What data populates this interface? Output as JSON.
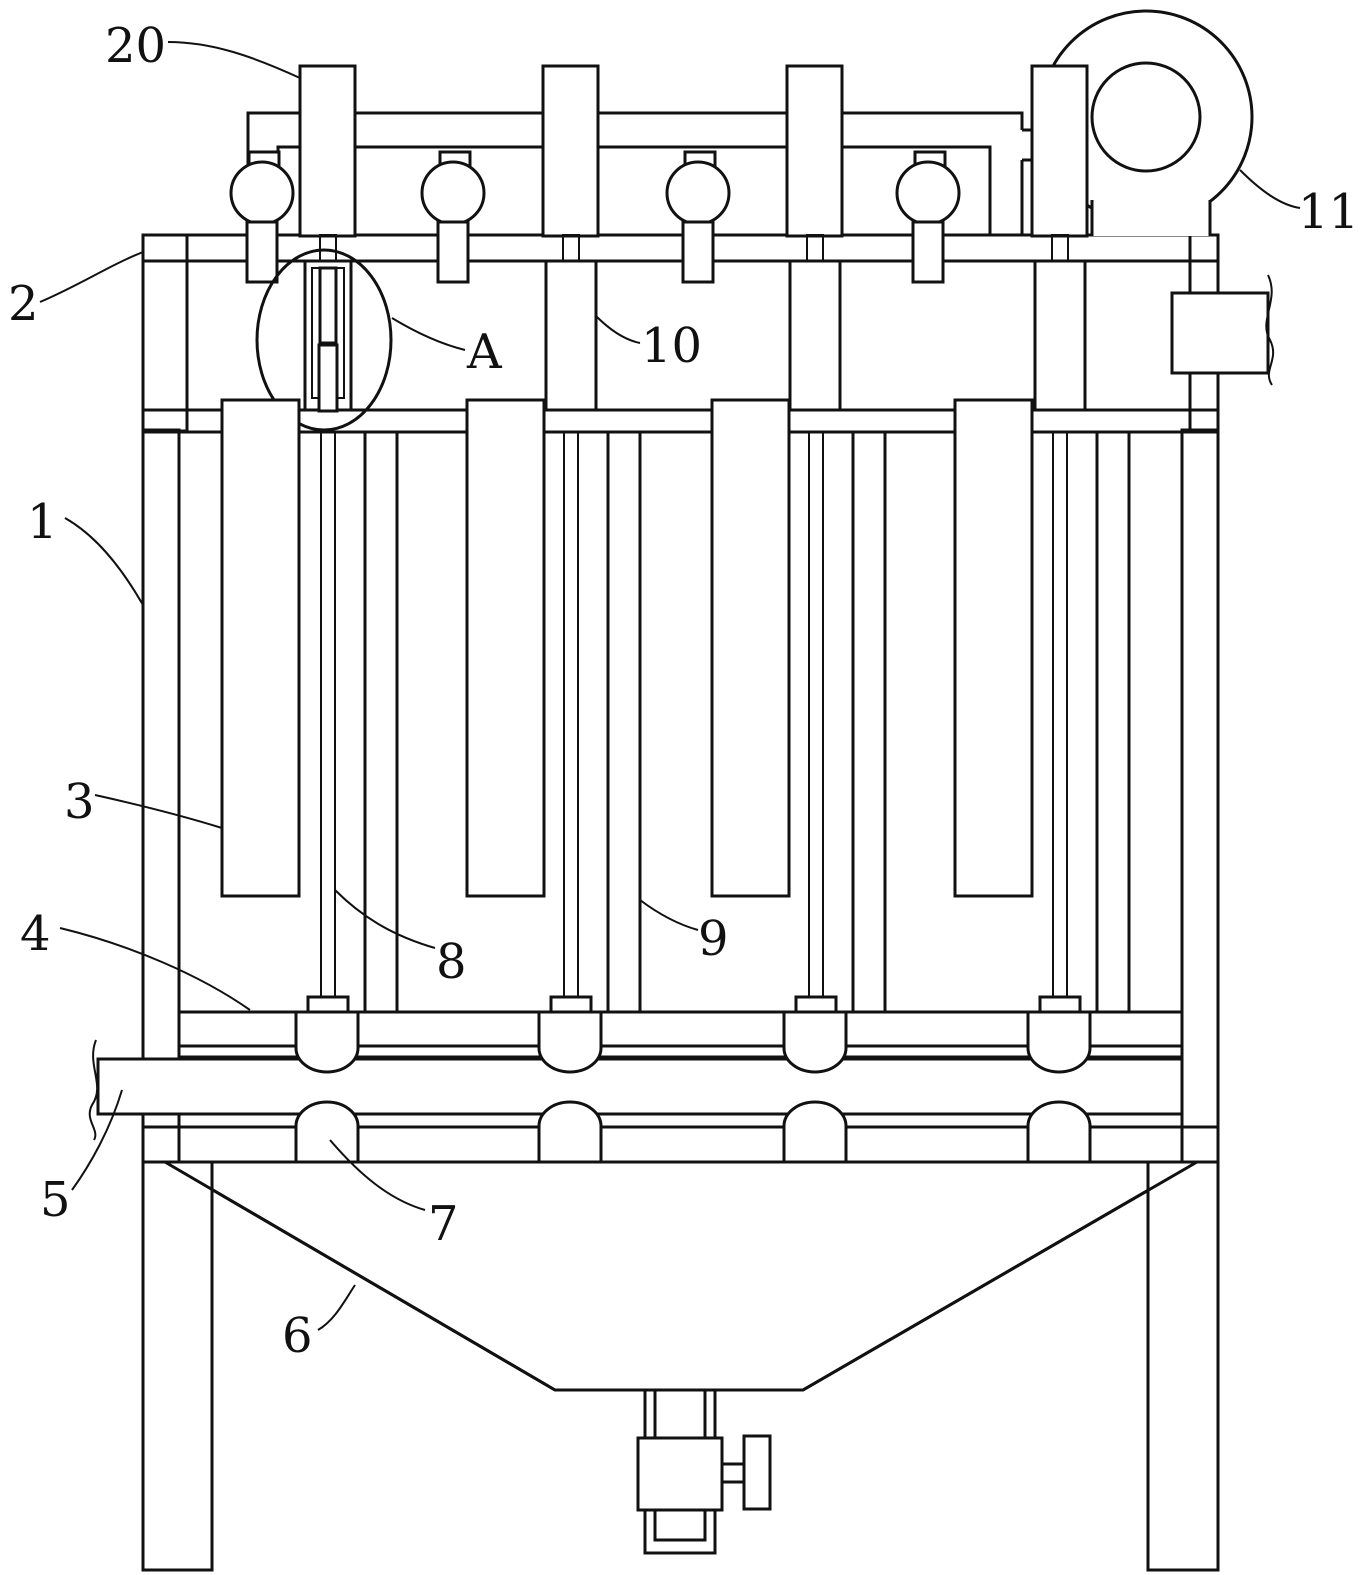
{
  "figure": {
    "colors": {
      "line": "#111111",
      "background": "#ffffff"
    },
    "labels": {
      "n20": "20",
      "n11": "11",
      "n2": "2",
      "nA": "A",
      "n10": "10",
      "n1": "1",
      "n3": "3",
      "n4": "4",
      "n8": "8",
      "n9": "9",
      "n5": "5",
      "n7": "7",
      "n6": "6"
    }
  }
}
